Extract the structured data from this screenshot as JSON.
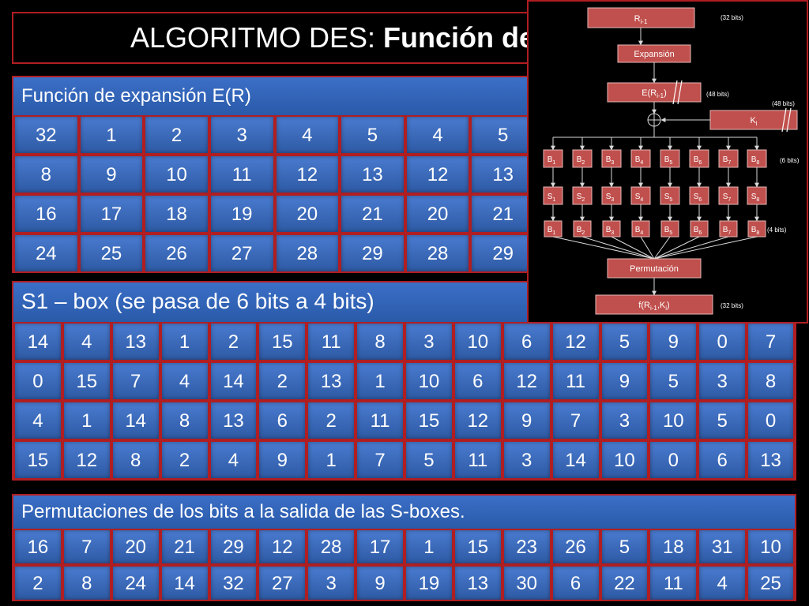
{
  "slide": {
    "title_normal": "ALGORITMO DES: ",
    "title_bold": "Función de Feistel"
  },
  "expansion": {
    "header": "Función de expansión E(R)",
    "rows": [
      [
        32,
        1,
        2,
        3,
        4,
        5,
        4,
        5
      ],
      [
        8,
        9,
        10,
        11,
        12,
        13,
        12,
        13
      ],
      [
        16,
        17,
        18,
        19,
        20,
        21,
        20,
        21
      ],
      [
        24,
        25,
        26,
        27,
        28,
        29,
        28,
        29
      ]
    ]
  },
  "sbox": {
    "header": "S1 – box (se pasa de 6 bits a 4 bits)",
    "rows": [
      [
        14,
        4,
        13,
        1,
        2,
        15,
        11,
        8,
        3,
        10,
        6,
        12,
        5,
        9,
        0,
        7
      ],
      [
        0,
        15,
        7,
        4,
        14,
        2,
        13,
        1,
        10,
        6,
        12,
        11,
        9,
        5,
        3,
        8
      ],
      [
        4,
        1,
        14,
        8,
        13,
        6,
        2,
        11,
        15,
        12,
        9,
        7,
        3,
        10,
        5,
        0
      ],
      [
        15,
        12,
        8,
        2,
        4,
        9,
        1,
        7,
        5,
        11,
        3,
        14,
        10,
        0,
        6,
        13
      ]
    ]
  },
  "permutation": {
    "header": "Permutaciones de los bits a la salida de las S-boxes.",
    "rows": [
      [
        16,
        7,
        20,
        21,
        29,
        12,
        28,
        17,
        1,
        15,
        23,
        26,
        5,
        18,
        31,
        10
      ],
      [
        2,
        8,
        24,
        14,
        32,
        27,
        3,
        9,
        19,
        13,
        30,
        6,
        22,
        11,
        4,
        25
      ]
    ]
  },
  "diagram": {
    "r_in_base": "R",
    "r_in_sub": "i-1",
    "r_in_size": "(32 bits)",
    "expansion_label": "Expansión",
    "e_base": "E(R",
    "e_sub": "i-1",
    "e_close": ")",
    "e_size": "(48 bits)",
    "k_size": "(48 bits)",
    "k_base": "K",
    "k_sub": "i",
    "b_size": "(6 bits)",
    "out4_size": "(4 bits)",
    "perm_label": "Permutación",
    "f_base": "f(R",
    "f_sub1": "i-1",
    "f_mid": ",K",
    "f_sub2": "i",
    "f_close": ")",
    "f_size": "(32 bits)",
    "b_letter": "B",
    "s_letter": "S",
    "indices": [
      "1",
      "2",
      "3",
      "4",
      "5",
      "6",
      "7",
      "8"
    ],
    "colors": {
      "box": "#c0504d",
      "line": "#d9d9d9"
    }
  }
}
